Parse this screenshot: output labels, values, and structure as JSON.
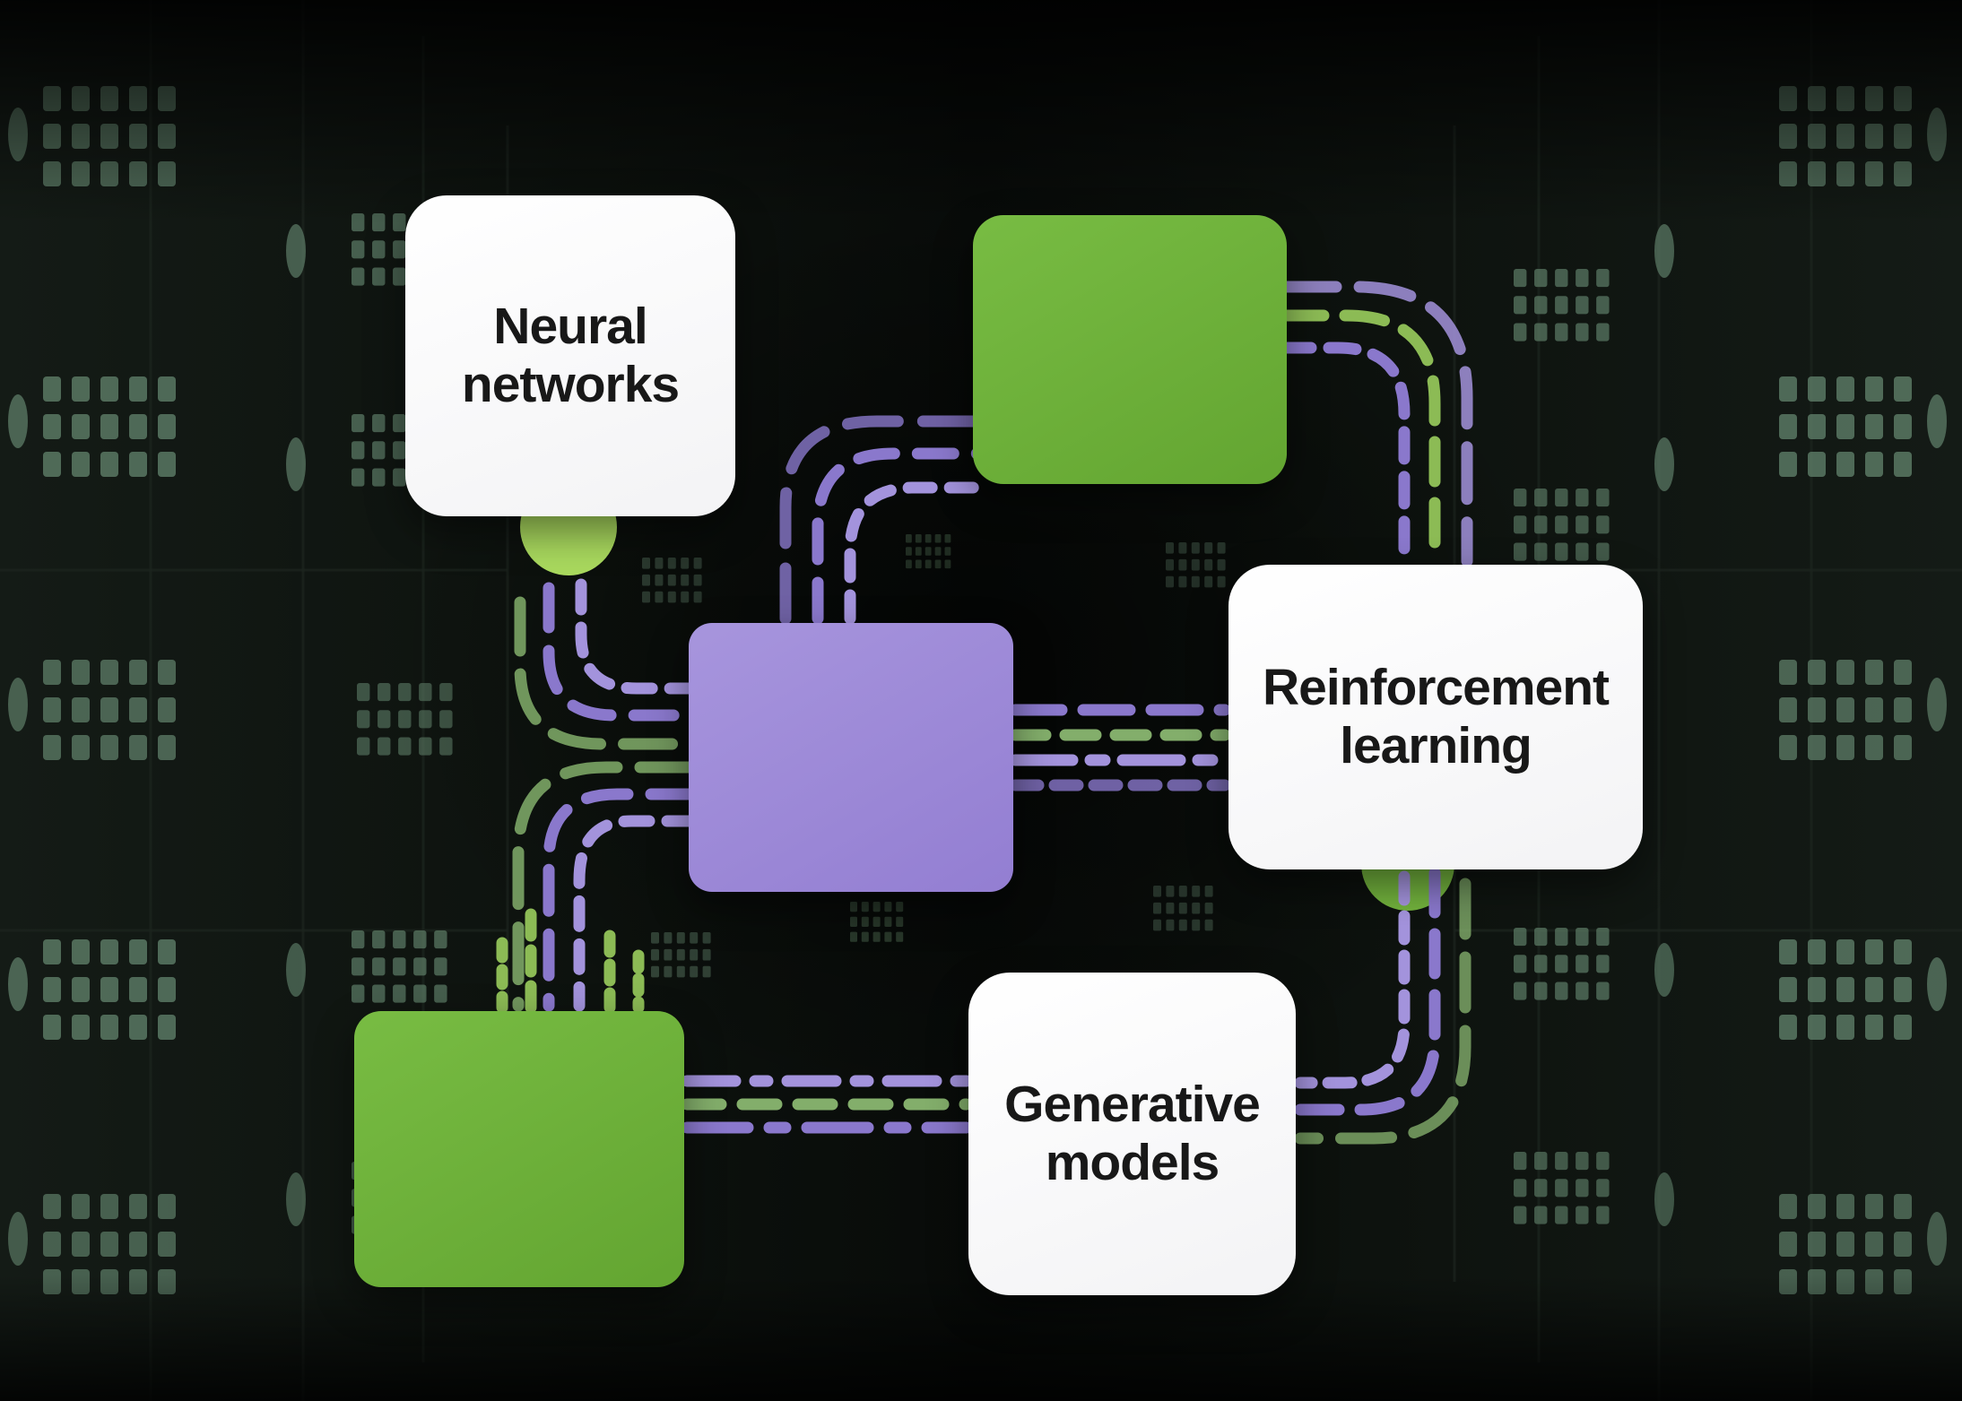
{
  "diagram": {
    "type": "flowchart",
    "scene": "dark server room corridor with glowing rack LEDs",
    "palette": {
      "card_white": "#ffffff",
      "card_green": "#6db13c",
      "card_purple": "#9c89d7",
      "edge_purple": "#8a78cc",
      "edge_purple_light": "#a393dc",
      "edge_green": "#83ae6b",
      "edge_green_bright": "#8cbb55",
      "dot_light_green": "#a9d95e",
      "dot_green": "#72b23d",
      "label_text": "#181818",
      "background": "#0c100d"
    },
    "nodes": [
      {
        "id": "neural-networks",
        "label": "Neural\nnetworks",
        "shape": "rounded-square",
        "fill": "#ffffff"
      },
      {
        "id": "top-green",
        "label": "",
        "shape": "rounded-square",
        "fill": "#6db13c"
      },
      {
        "id": "center-purple",
        "label": "",
        "shape": "rounded-square",
        "fill": "#9c89d7"
      },
      {
        "id": "reinforcement-learning",
        "label": "Reinforcement\nlearning",
        "shape": "rounded-square",
        "fill": "#ffffff"
      },
      {
        "id": "bottom-green",
        "label": "",
        "shape": "rounded-square",
        "fill": "#6db13c"
      },
      {
        "id": "generative-models",
        "label": "Generative\nmodels",
        "shape": "rounded-square",
        "fill": "#ffffff"
      }
    ],
    "edges": [
      {
        "from": "neural-networks",
        "to": "center-purple",
        "style": "dashed-bundle"
      },
      {
        "from": "center-purple",
        "to": "top-green",
        "style": "dashed-bundle"
      },
      {
        "from": "top-green",
        "to": "reinforcement-learning",
        "style": "dashed-bundle"
      },
      {
        "from": "center-purple",
        "to": "reinforcement-learning",
        "style": "dashed-bundle"
      },
      {
        "from": "center-purple",
        "to": "bottom-green",
        "style": "dashed-bundle"
      },
      {
        "from": "reinforcement-learning",
        "to": "generative-models",
        "style": "dashed-bundle"
      },
      {
        "from": "bottom-green",
        "to": "generative-models",
        "style": "dashed-bundle"
      }
    ]
  }
}
